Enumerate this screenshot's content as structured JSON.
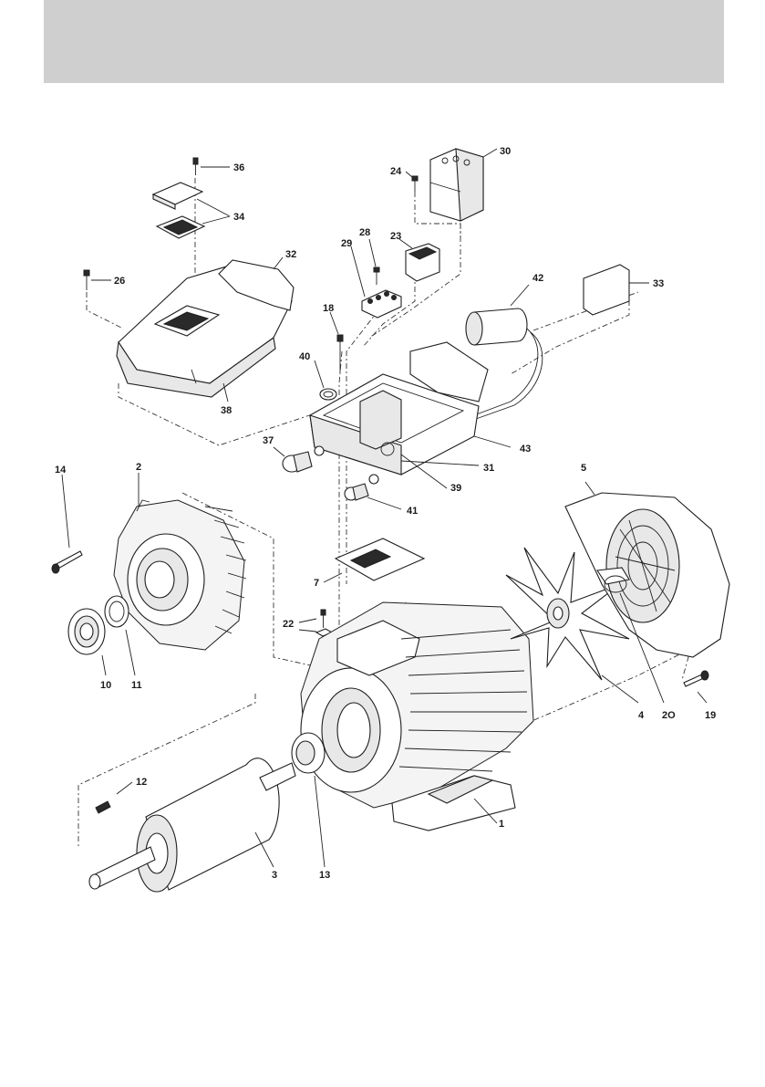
{
  "labels": {
    "p1": "1",
    "p2": "2",
    "p3": "3",
    "p4": "4",
    "p5": "5",
    "p7": "7",
    "p10": "10",
    "p11": "11",
    "p12": "12",
    "p13": "13",
    "p14": "14",
    "p18": "18",
    "p19": "19",
    "p20": "2O",
    "p22": "22",
    "p23": "23",
    "p24": "24",
    "p26": "26",
    "p28": "28",
    "p29": "29",
    "p30": "30",
    "p31": "31",
    "p32": "32",
    "p33": "33",
    "p34": "34",
    "p36": "36",
    "p37": "37",
    "p38": "38",
    "p39": "39",
    "p40": "40",
    "p41": "41",
    "p42": "42",
    "p43": "43"
  },
  "colors": {
    "header_band": "#cfcfcf",
    "line": "#1e1e1e"
  }
}
